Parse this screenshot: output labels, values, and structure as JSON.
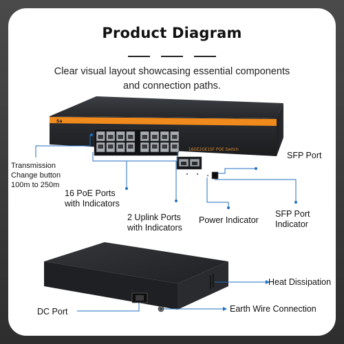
{
  "header": {
    "title": "Product Diagram",
    "subtitle_line1": "Clear visual layout showcasing essential components",
    "subtitle_line2": "and connection paths."
  },
  "device": {
    "brand_mark": "Sa",
    "model_text": "16GE2GE1SF POE Switch",
    "poe_port_count": 16,
    "uplink_port_count": 2,
    "sfp_port_count": 1
  },
  "callouts": {
    "transmission_line1": "Transmission",
    "transmission_line2": "Change button",
    "transmission_line3": "100m to 250m",
    "poe_line1": "16 PoE Ports",
    "poe_line2": "with Indicators",
    "uplink_line1": "2 Uplink Ports",
    "uplink_line2": "with Indicators",
    "power": "Power Indicator",
    "sfp_port": "SFP Port",
    "sfp_ind_line1": "SFP Port",
    "sfp_ind_line2": "Indicator",
    "heat": "Heat Dissipation",
    "dc": "DC Port",
    "earth": "Earth Wire Connection"
  },
  "colors": {
    "accent_orange": "#f08a1c",
    "callout_blue": "#1f6fc0",
    "device_body": "#2b2d30"
  }
}
